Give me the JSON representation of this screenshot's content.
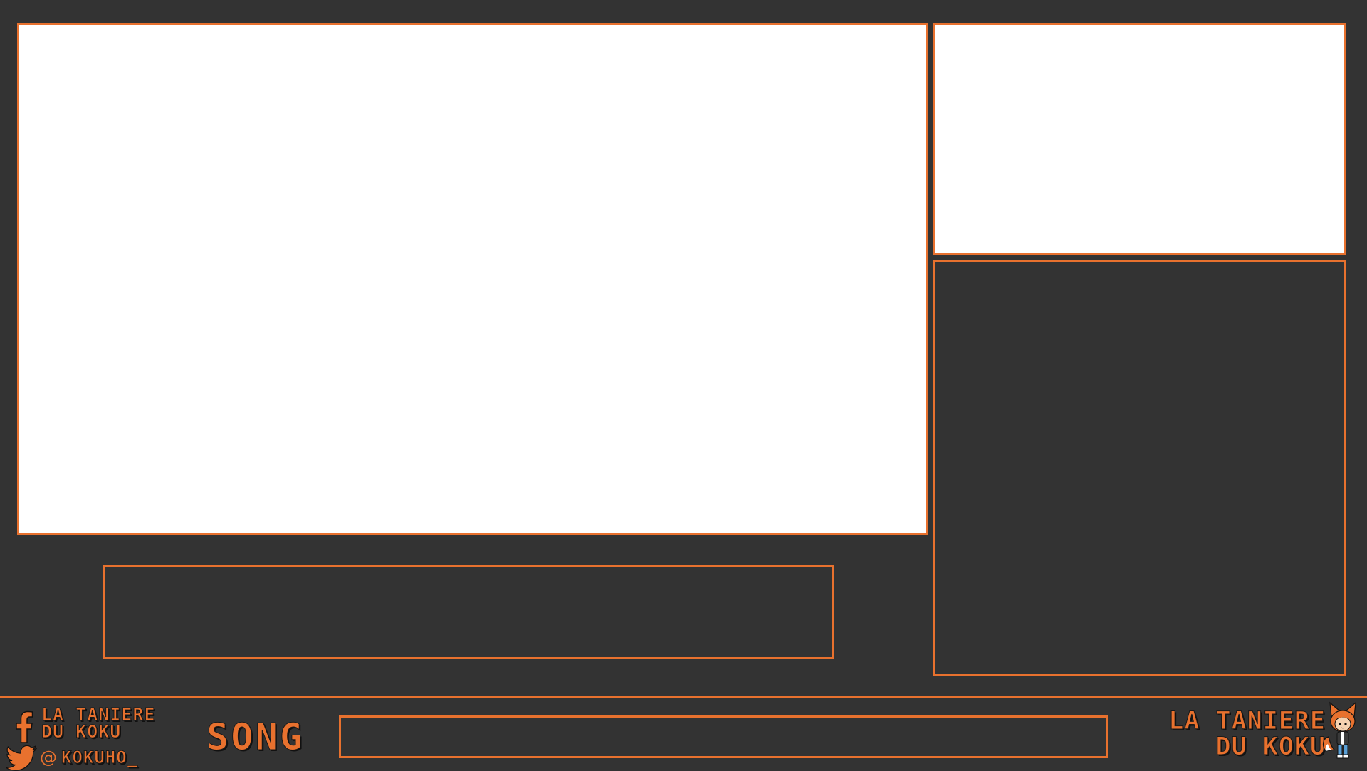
{
  "colors": {
    "accent": "#e8712e",
    "background": "#333333",
    "panel": "#ffffff"
  },
  "social": {
    "facebook": {
      "icon": "facebook-icon",
      "line1": "LA TANIERE",
      "line2": "DU KOKU"
    },
    "twitter": {
      "icon": "twitter-icon",
      "at": "@",
      "handle": "KOKUHO_"
    }
  },
  "song": {
    "label": "SONG",
    "now_playing": ""
  },
  "brand": {
    "line1": "LA TANIERE",
    "line2": "DU KOKU",
    "mascot": "fox-mascot-icon"
  }
}
